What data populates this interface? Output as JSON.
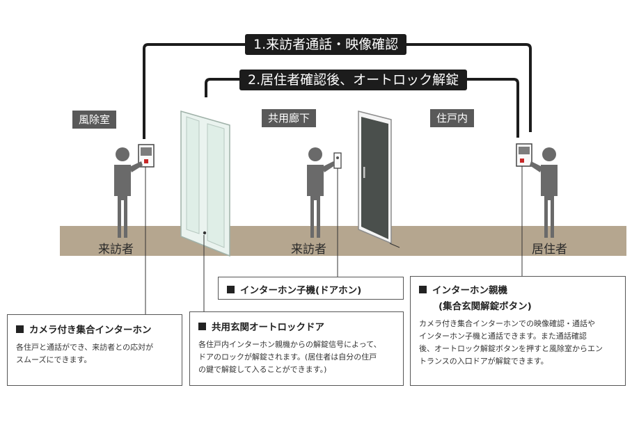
{
  "flows": [
    {
      "label": "1.来訪者通話・映像確認"
    },
    {
      "label": "2.居住者確認後、オートロック解錠"
    }
  ],
  "zones": [
    {
      "label": "風除室"
    },
    {
      "label": "共用廊下"
    },
    {
      "label": "住戸内"
    }
  ],
  "people": [
    {
      "label": "来訪者"
    },
    {
      "label": "来訪者"
    },
    {
      "label": "居住者"
    }
  ],
  "callouts": {
    "camera_intercom": {
      "title": "カメラ付き集合インターホン",
      "lines": [
        "各住戸と通話ができ、来訪者との応対が",
        "スムーズにできます。"
      ]
    },
    "entrance_door": {
      "title": "共用玄関オートロックドア",
      "lines": [
        "各住戸内インターホン親機からの解錠信号によって、",
        "ドアのロックが解錠されます。(居住者は自分の住戸",
        "の鍵で解錠して入ることができます。)"
      ]
    },
    "door_phone": {
      "title": "インターホン子機(ドアホン)"
    },
    "master_unit": {
      "title": "インターホン親機",
      "subtitle": "(集合玄関解錠ボタン)",
      "lines": [
        "カメラ付き集合インターホンでの映像確認・通話や",
        "インターホン子機と通話できます。また通話確認",
        "後、オートロック解錠ボタンを押すと風除室からエン",
        "トランスの入口ドアが解錠できます。"
      ]
    }
  },
  "colors": {
    "floor": "#b5a68f",
    "figure": "#6a6a6a",
    "banner": "#1c1c1c",
    "tag": "#595959"
  }
}
